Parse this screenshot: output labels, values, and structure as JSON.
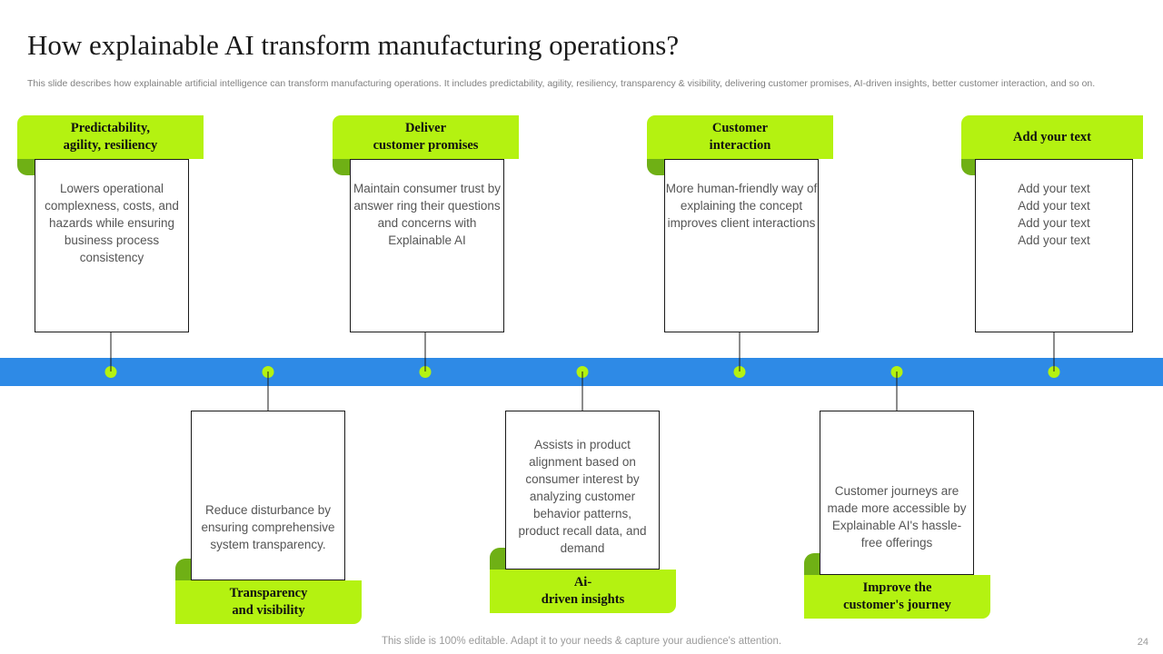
{
  "slide": {
    "title": "How explainable AI transform manufacturing operations?",
    "subtitle": "This slide describes how explainable artificial intelligence can transform manufacturing operations. It includes predictability, agility, resiliency, transparency & visibility, delivering customer promises, AI-driven insights, better customer interaction, and so on.",
    "footer_note": "This slide is 100% editable. Adapt it to your needs & capture your audience's attention.",
    "page_number": "24"
  },
  "colors": {
    "accent_green": "#b4f211",
    "shadow_green": "#6fb015",
    "timeline_blue": "#2e8ae6",
    "body_text": "#555555",
    "title_text": "#1a1a1a",
    "muted_text": "#9a9a9a"
  },
  "timeline": {
    "dot_count": 7,
    "dot_positions": [
      122,
      295,
      468,
      641,
      814,
      987,
      1160
    ]
  },
  "top_cards": [
    {
      "label_line1": "Predictability,",
      "label_line2": "agility, resiliency",
      "body": "Lowers operational complexness, costs, and hazards while ensuring business process consistency"
    },
    {
      "label_line1": "Deliver",
      "label_line2": "customer promises",
      "body": "Maintain consumer trust by answer ring their questions and concerns with Explainable AI"
    },
    {
      "label_line1": "Customer",
      "label_line2": "interaction",
      "body": "More human-friendly way of explaining the concept improves client interactions"
    },
    {
      "label_line1": "Add your text",
      "label_line2": "",
      "body": "Add your text\nAdd your text\nAdd your text\nAdd your text"
    }
  ],
  "bottom_cards": [
    {
      "label_line1": "Transparency",
      "label_line2": "and visibility",
      "body": "Reduce disturbance by ensuring comprehensive system transparency."
    },
    {
      "label_line1": "Ai-",
      "label_line2": "driven insights",
      "body": "Assists in product alignment based on consumer interest by analyzing customer behavior patterns, product recall data, and demand"
    },
    {
      "label_line1": "Improve the",
      "label_line2": "customer's journey",
      "body": "Customer journeys are made more accessible by Explainable AI's hassle-free offerings"
    }
  ]
}
